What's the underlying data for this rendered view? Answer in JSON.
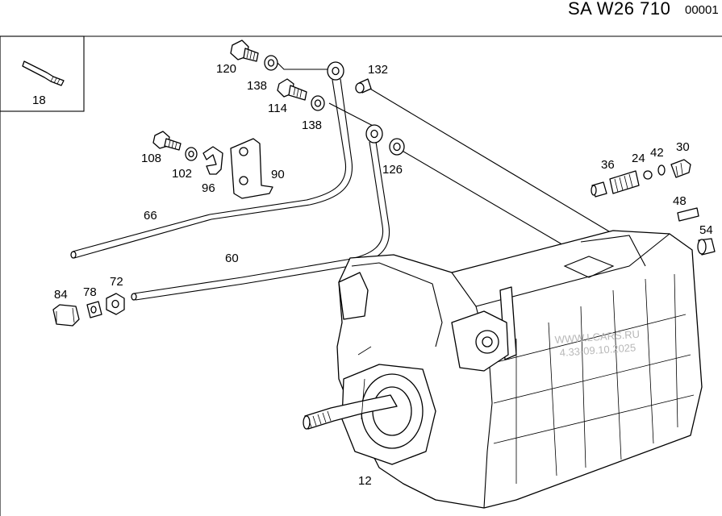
{
  "header": {
    "code": "SA W26 710",
    "number": "00001"
  },
  "labels": {
    "p18": "18",
    "p120": "120",
    "p138a": "138",
    "p114": "114",
    "p138b": "138",
    "p132": "132",
    "p126": "126",
    "p108": "108",
    "p102": "102",
    "p96": "96",
    "p90": "90",
    "p66": "66",
    "p60": "60",
    "p36": "36",
    "p24": "24",
    "p42": "42",
    "p30": "30",
    "p48": "48",
    "p54": "54",
    "p84": "84",
    "p78": "78",
    "p72": "72",
    "p12": "12"
  },
  "watermark": {
    "line1": "WWW.LCARS.RU",
    "line2": "4.33-09.10.2025"
  }
}
